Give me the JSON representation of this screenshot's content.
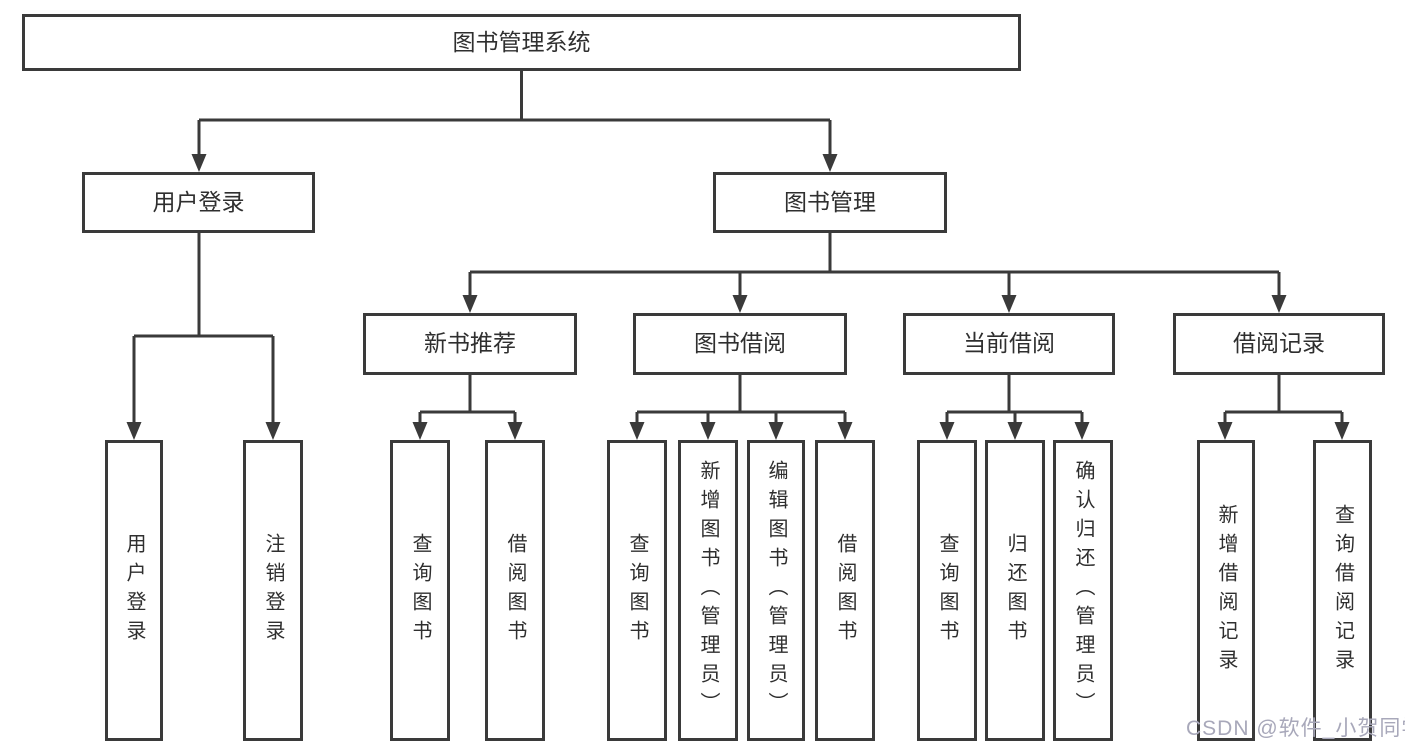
{
  "tree": {
    "root": {
      "label": "图书管理系统",
      "children": [
        {
          "label": "用户登录",
          "children": [
            {
              "label": "用户登录"
            },
            {
              "label": "注销登录"
            }
          ]
        },
        {
          "label": "图书管理",
          "children": [
            {
              "label": "新书推荐",
              "children": [
                {
                  "label": "查询图书"
                },
                {
                  "label": "借阅图书"
                }
              ]
            },
            {
              "label": "图书借阅",
              "children": [
                {
                  "label": "查询图书"
                },
                {
                  "label": "新增图书（管理员）"
                },
                {
                  "label": "编辑图书（管理员）"
                },
                {
                  "label": "借阅图书"
                }
              ]
            },
            {
              "label": "当前借阅",
              "children": [
                {
                  "label": "查询图书"
                },
                {
                  "label": "归还图书"
                },
                {
                  "label": "确认归还（管理员）"
                }
              ]
            },
            {
              "label": "借阅记录",
              "children": [
                {
                  "label": "新增借阅记录"
                },
                {
                  "label": "查询借阅记录"
                }
              ]
            }
          ]
        }
      ]
    }
  },
  "watermark": {
    "text": "CSDN @软件_小贺同学"
  },
  "colors": {
    "line": "#3a3a3a",
    "text": "#2f2f2f",
    "watermark": "#a8a8ba",
    "background": "#ffffff"
  }
}
